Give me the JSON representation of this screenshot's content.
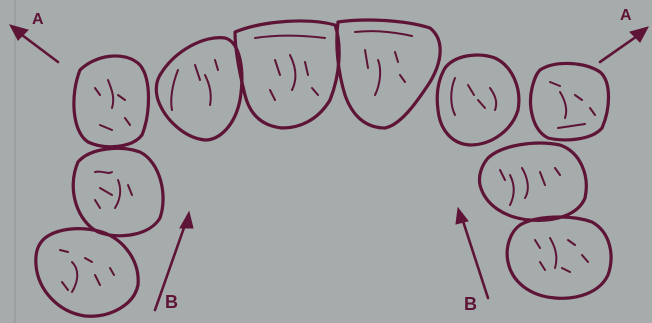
{
  "labels": {
    "arrow_a_left": "A",
    "arrow_a_right": "A",
    "arrow_b_left": "B",
    "arrow_b_right": "B"
  },
  "colors": {
    "background": "#a6abab",
    "ink": "#5e1436"
  }
}
